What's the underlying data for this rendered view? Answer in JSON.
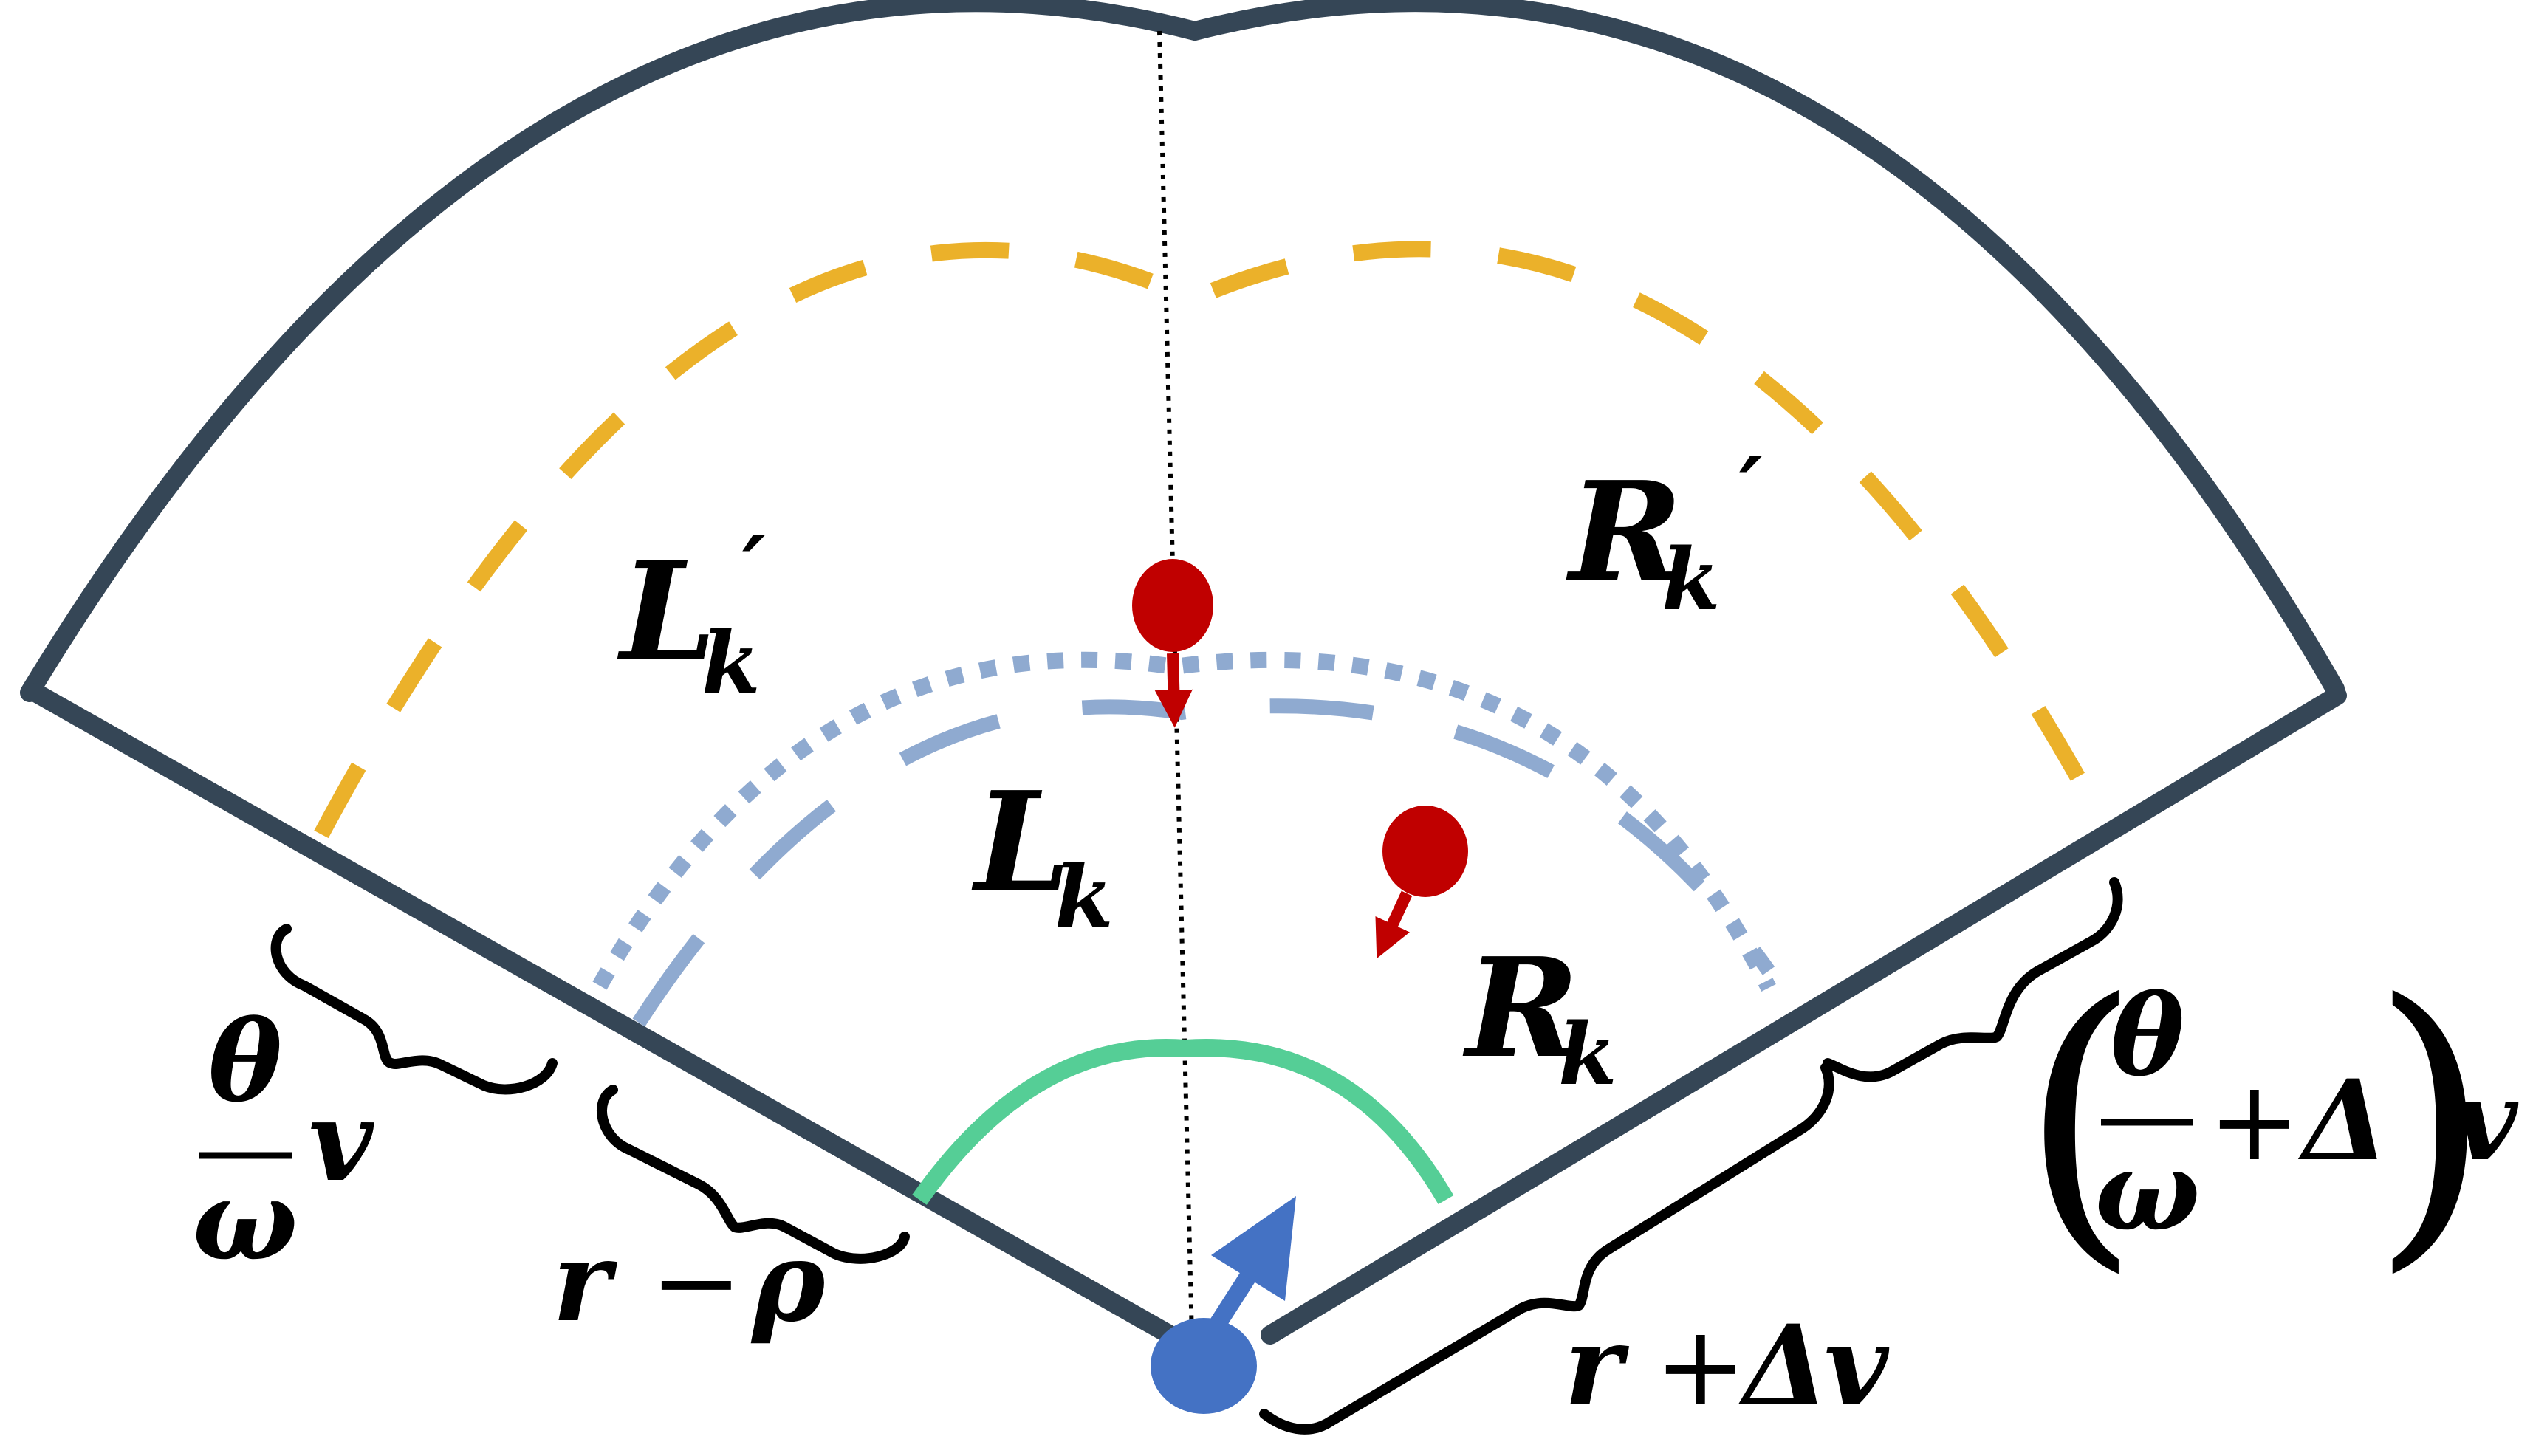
{
  "colors": {
    "sector_outline": "#354656",
    "outer_dashed_arc": "#EBB12A",
    "inner_dotted_arc": "#8FAAD0",
    "inner_dashed_arc": "#8FAAD0",
    "view_arc": "#55CE96",
    "agent": "#4472C4",
    "neighbor": "#C00000",
    "brace": "#000000"
  },
  "labels": {
    "lk_prime": {
      "base": "L",
      "sub": "k",
      "prime": "′"
    },
    "rk_prime": {
      "base": "R",
      "sub": "k",
      "prime": "′"
    },
    "lk": {
      "base": "L",
      "sub": "k"
    },
    "rk": {
      "base": "R",
      "sub": "k"
    },
    "theta_omega_v": {
      "num": "θ",
      "den": "ω",
      "var": "v"
    },
    "r_minus_rho": {
      "r": "r",
      "op": "−",
      "rho": "ρ"
    },
    "r_plus_delta_v": {
      "r": "r",
      "op": "+",
      "delta": "Δ",
      "v": "v"
    },
    "theta_omega_plus_delta_v": {
      "lparen": "(",
      "num": "θ",
      "den": "ω",
      "op": "+",
      "delta": "Δ",
      "rparen": ")",
      "v": "v"
    }
  },
  "icons": {
    "agent": "blue-agent-dot-icon",
    "agent_heading": "blue-heading-arrow-icon",
    "neighbor_top": "red-neighbor-dot-icon",
    "neighbor_right": "red-neighbor-dot-icon"
  }
}
